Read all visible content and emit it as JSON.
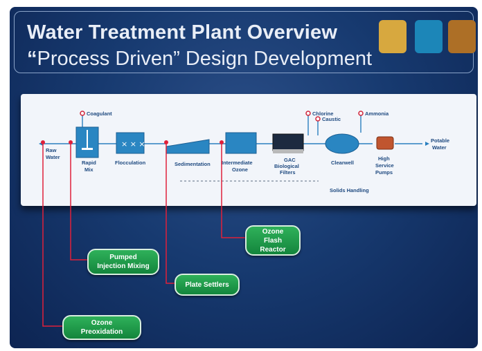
{
  "header": {
    "title": "Water Treatment Plant Overview",
    "subtitle_quote": "“",
    "subtitle_rest": "Process Driven” Design Development"
  },
  "accent_colors": [
    "#d7a83f",
    "#1c86b8",
    "#ad6f26"
  ],
  "diagram": {
    "labels": {
      "raw_water_1": "Raw",
      "raw_water_2": "Water",
      "rapid_mix_1": "Rapid",
      "rapid_mix_2": "Mix",
      "flocculation": "Flocculation",
      "sedimentation": "Sedimentation",
      "intermediate_1": "Intermediate",
      "intermediate_2": "Ozone",
      "gac_1": "GAC",
      "gac_2": "Biological",
      "gac_3": "Filters",
      "clearwell": "Clearwell",
      "hsp_1": "High",
      "hsp_2": "Service",
      "hsp_3": "Pumps",
      "potable_1": "Potable",
      "potable_2": "Water",
      "coagulant": "Coagulant",
      "chlorine": "Chlorine",
      "caustic": "Caustic",
      "ammonia": "Ammonia",
      "solids": "Solids Handling"
    }
  },
  "callouts": {
    "ozone_flash": [
      "Ozone",
      "Flash",
      "Reactor"
    ],
    "pumped_injection": [
      "Pumped",
      "Injection Mixing"
    ],
    "plate_settlers": [
      "Plate Settlers"
    ],
    "ozone_preox": [
      "Ozone",
      "Preoxidation"
    ]
  }
}
